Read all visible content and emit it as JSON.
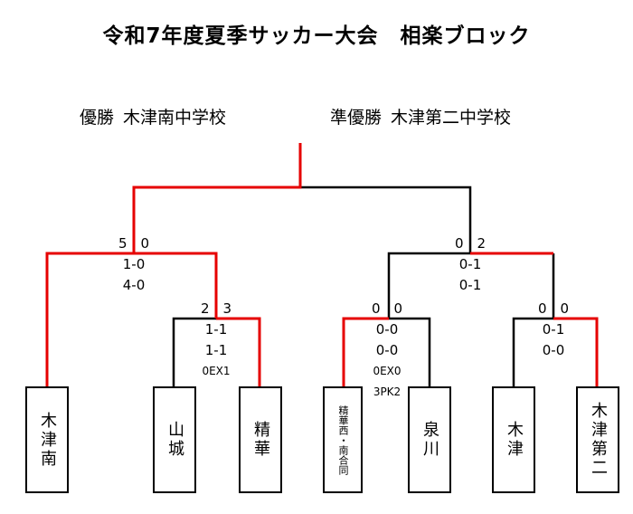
{
  "title": "令和7年度夏季サッカー大会　相楽ブロック",
  "results": {
    "champion_label": "優勝",
    "champion_team": "木津南中学校",
    "runnerup_label": "準優勝",
    "runnerup_team": "木津第二中学校"
  },
  "colors": {
    "winner_line": "#e60000",
    "line": "#000000"
  },
  "teams": {
    "kizu_minami": "木津南",
    "yamashiro": "山城",
    "seika": "精華",
    "seika_nishi_minami": "精華西・南合同",
    "izumikawa": "泉川",
    "kizu": "木津",
    "kizu_daini": "木津第二"
  },
  "scores": {
    "final": {
      "total": "0　2",
      "halves": [
        "0-1",
        "0-1"
      ]
    },
    "semi_left": {
      "total": "5　0",
      "halves": [
        "1-0",
        "4-0"
      ]
    },
    "semi_right": {
      "total": "0　0",
      "halves": [
        "0-1",
        "0-0"
      ]
    },
    "r1_yamashiro_seika": {
      "total": "2　3",
      "halves": [
        "1-1",
        "1-1"
      ],
      "extra": "0EX1"
    },
    "r1_seikanishi_izumikawa": {
      "total": "0　0",
      "halves": [
        "0-0",
        "0-0"
      ],
      "extra": "0EX0",
      "pk": "3PK2"
    }
  }
}
